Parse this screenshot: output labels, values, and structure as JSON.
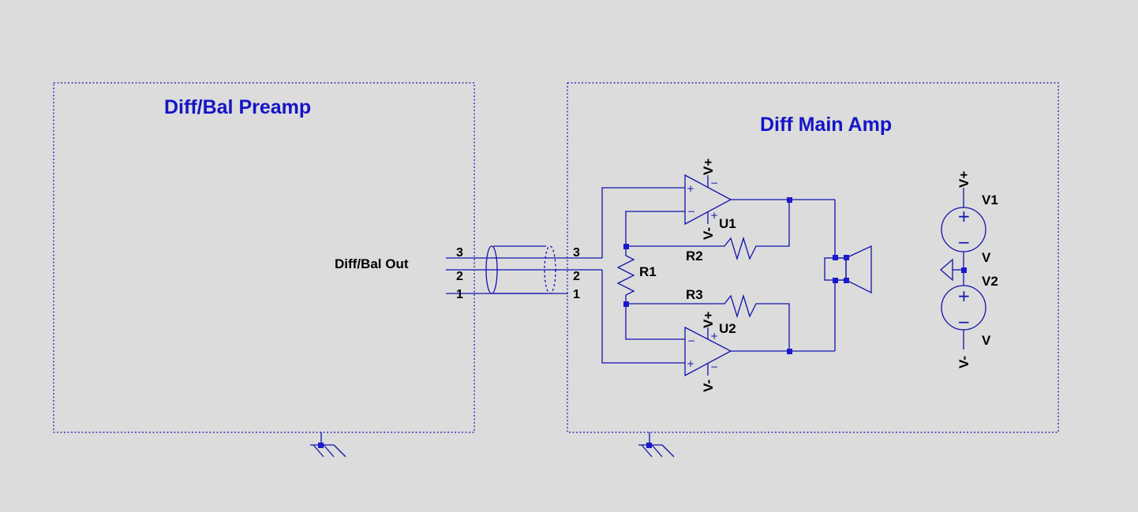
{
  "blocks": {
    "preamp_title": "Diff/Bal Preamp",
    "main_amp_title": "Diff Main Amp"
  },
  "connector": {
    "label": "Diff/Bal Out",
    "pins_left": [
      "3",
      "2",
      "1"
    ],
    "pins_right": [
      "3",
      "2",
      "1"
    ]
  },
  "opamps": {
    "u1": {
      "name": "U1",
      "supply_pos": "V+",
      "supply_neg": "V-"
    },
    "u2": {
      "name": "U2",
      "supply_pos": "V+",
      "supply_neg": "V-"
    }
  },
  "resistors": {
    "r1": "R1",
    "r2": "R2",
    "r3": "R3"
  },
  "sources": {
    "v1": {
      "name": "V1",
      "value": "V",
      "top_net": "V+"
    },
    "v2": {
      "name": "V2",
      "value": "V",
      "bottom_net": "V-"
    }
  },
  "colors": {
    "wire": "#1212b0",
    "title": "#1414c8",
    "background": "#dcdcdc"
  }
}
